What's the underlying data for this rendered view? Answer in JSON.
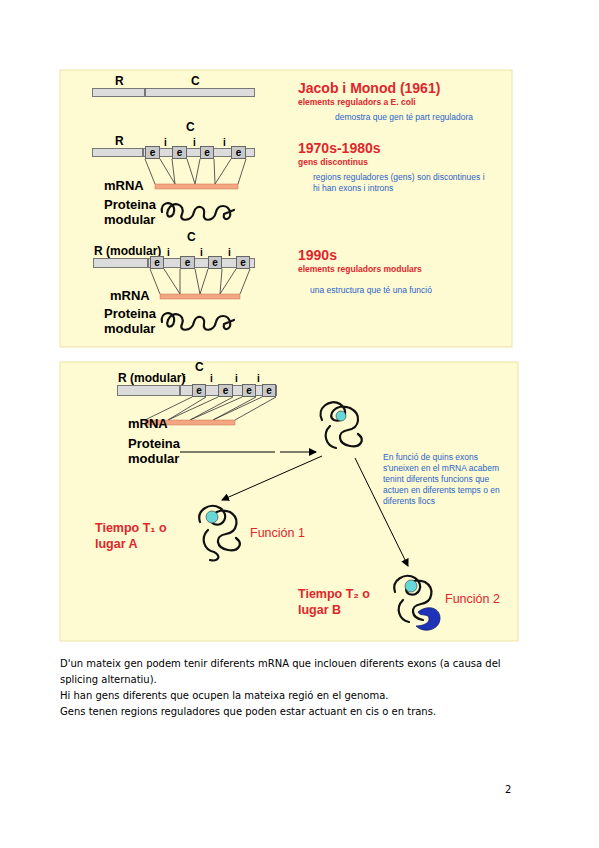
{
  "diagram": {
    "nodes": [
      {
        "text": [
          "R"
        ]
      },
      {
        "text": [
          "C"
        ]
      },
      {
        "text": [
          "R"
        ]
      },
      {
        "text": [
          "C"
        ]
      },
      {
        "text": [
          "e"
        ],
        "in": 3
      },
      {
        "text": [
          "e"
        ],
        "in": 3
      },
      {
        "text": [
          "e"
        ],
        "in": 3
      },
      {
        "text": [
          "e"
        ],
        "in": 3
      },
      {
        "text": [
          "R (modular)"
        ]
      },
      {
        "text": [
          "C"
        ]
      },
      {
        "text": [
          "e"
        ],
        "in": 9
      },
      {
        "text": [
          "e"
        ],
        "in": 9
      },
      {
        "text": [
          "e"
        ],
        "in": 9
      },
      {
        "text": [
          "e"
        ],
        "in": 9
      },
      {
        "text": [
          "R (modular)"
        ]
      },
      {
        "text": [
          "C"
        ]
      },
      {
        "text": [
          "e"
        ],
        "in": 15
      },
      {
        "text": [
          "e"
        ],
        "in": 15
      },
      {
        "text": [
          "e"
        ],
        "in": 15
      },
      {
        "text": [
          "e"
        ],
        "in": 15
      }
    ],
    "labels": [
      "Jacob i Monod (1961)",
      "elements reguladors a E. coli",
      "demostra que gen té part reguladora",
      "i",
      "i",
      "i",
      "mRNA",
      "Proteina modular",
      "1970s-1980s",
      "gens discontinus",
      "regions reguladores (gens) son discontinues i hi han exons i introns",
      "i",
      "i",
      "i",
      "mRNA",
      "Proteina modular",
      "1990s",
      "elements reguladors modulars",
      "una estructura que té una funció",
      "i",
      "i",
      "i",
      "i",
      "mRNA",
      "Proteina modular",
      "En funció de quins exons s'uneixen en el mRNA acabem tenint diferents funcions que actuen en diferents temps o en diferents llocs",
      "Tiempo T₁ o lugar A",
      "Función 1",
      "Tiempo T₂ o lugar B",
      "Función 2",
      "D'un mateix gen podem tenir diferents mRNA que inclouen diferents exons (a causa del splicing alternatiu).",
      "Hi han gens diferents que ocupen la mateixa regió en el genoma.",
      "Gens tenen regions reguladores que poden estar actuant en cis o en trans.",
      "2"
    ]
  }
}
